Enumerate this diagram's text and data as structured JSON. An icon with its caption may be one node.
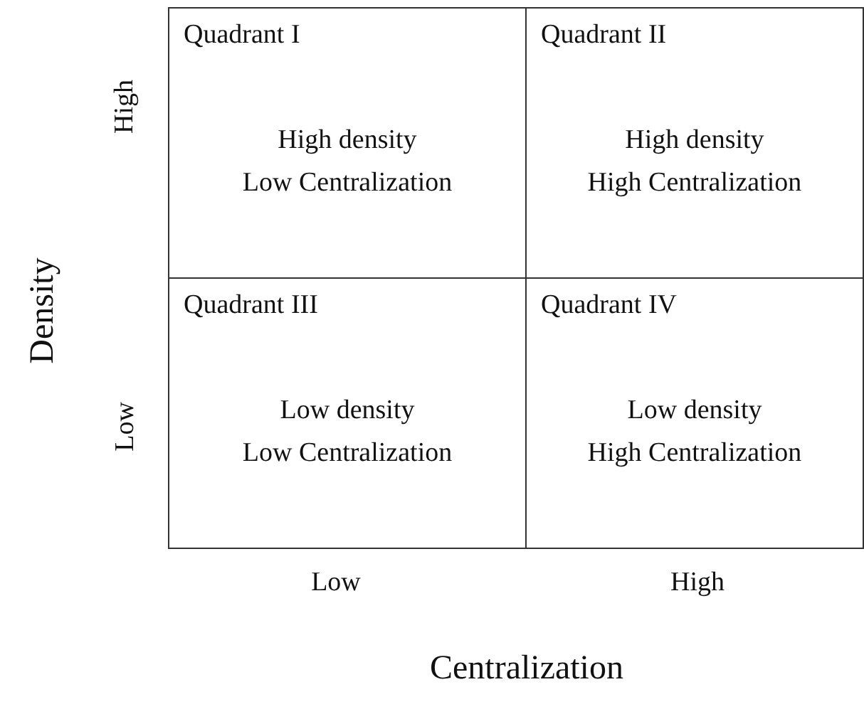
{
  "diagram": {
    "nodes": [
      {
        "text": [
          "Quadrant I",
          "High density Low Centralization"
        ]
      },
      {
        "text": [
          "Quadrant II",
          "High density High Centralization"
        ]
      },
      {
        "text": [
          "Quadrant III",
          "Low density Low Centralization"
        ]
      },
      {
        "text": [
          "Quadrant IV",
          "Low density High Centralization"
        ]
      }
    ],
    "labels": [
      "High",
      "Density",
      "Low",
      "Low",
      "High",
      "Centralization"
    ]
  }
}
